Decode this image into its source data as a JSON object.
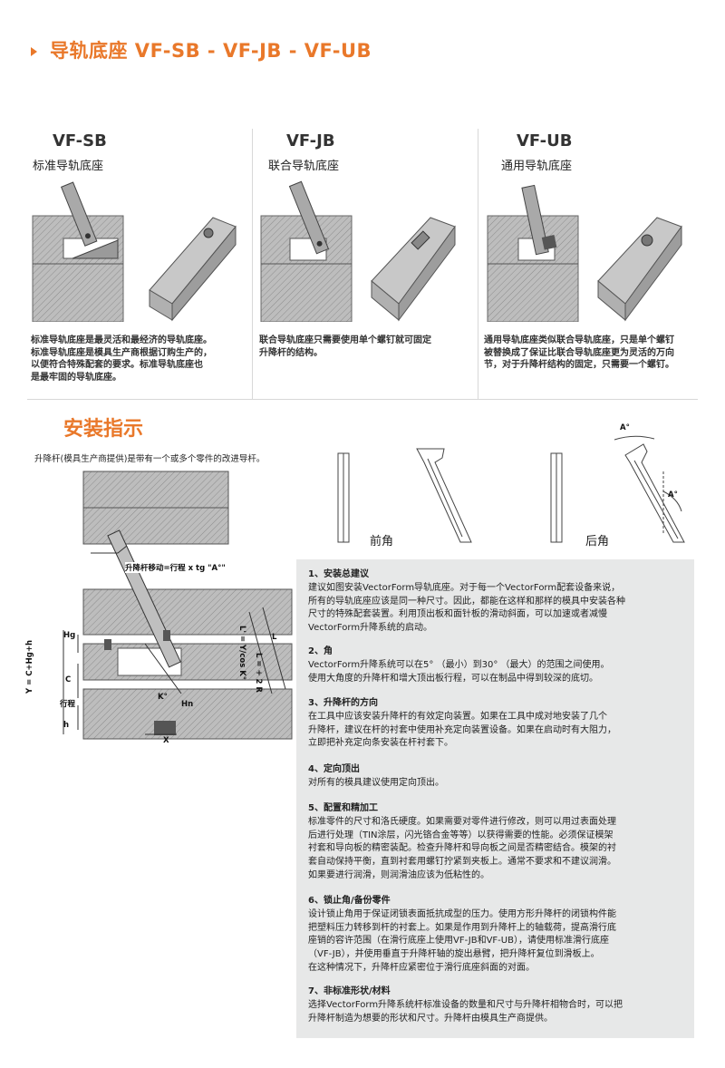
{
  "header": {
    "title": "导轨底座 VF-SB - VF-JB - VF-UB"
  },
  "columns": [
    {
      "code": "VF-SB",
      "name": "标准导轨底座",
      "desc": [
        "标准导轨底座是最灵活和最经济的导轨底座。",
        "标准导轨底座是模具生产商根据订购生产的，",
        "以便符合特殊配套的要求。标准导轨底座也",
        "是最牢固的导轨底座。"
      ]
    },
    {
      "code": "VF-JB",
      "name": "联合导轨底座",
      "desc": [
        "联合导轨底座只需要使用单个螺钉就可固定",
        "升降杆的结构。"
      ]
    },
    {
      "code": "VF-UB",
      "name": "通用导轨底座",
      "desc": [
        "通用导轨底座类似联合导轨底座，只是单个螺钉",
        "被替换成了保证比联合导轨底座更为灵活的万向",
        "节，对于升降杆结构的固定，只需要一个螺钉。"
      ]
    }
  ],
  "install": {
    "title": "安装指示",
    "note": "升降杆(模具生产商提供)是带有一个或多个零件的改进导杆。",
    "move_label": "升降杆移动=行程  x tg \"A°\"",
    "front_angle": "前角",
    "rear_angle": "后角",
    "angle_symbol": "A°",
    "dims": {
      "hg": "Hg",
      "c": "C",
      "stroke": "行程",
      "h": "h",
      "y": "Y = C+Hg+h",
      "x": "X",
      "l": "L",
      "lformula": "L' = Y/cos K°",
      "lr": "L = + 2 R",
      "k": "K°",
      "hn": "Hn"
    }
  },
  "instructions": [
    {
      "heading": "1、安装总建议",
      "lines": [
        "建议如图安装VectorForm导轨底座。对于每一个VectorForm配套设备来说，",
        "所有的导轨底座应该是同一种尺寸。因此，都能在这样和那样的模具中安装各种",
        "尺寸的特殊配套装置。利用顶出板和面针板的滑动斜面，可以加速或者减慢",
        "VectorForm升降系统的启动。"
      ]
    },
    {
      "heading": "2、角",
      "lines": [
        "VectorForm升降系统可以在5°  （最小）到30°  （最大）的范围之间使用。",
        "使用大角度的升降杆和增大顶出板行程，可以在制品中得到较深的底切。"
      ]
    },
    {
      "heading": "3、升降杆的方向",
      "lines": [
        "在工具中应该安装升降杆的有效定向装置。如果在工具中成对地安装了几个",
        "升降杆，建议在杆的衬套中使用补充定向装置设备。如果在启动时有大阻力，",
        "立即把补充定向条安装在杆衬套下。"
      ]
    },
    {
      "heading": "4、定向顶出",
      "lines": [
        "对所有的模具建议使用定向顶出。"
      ]
    },
    {
      "heading": "5、配置和精加工",
      "lines": [
        "标准零件的尺寸和洛氏硬度。如果需要对零件进行修改，则可以用过表面处理",
        "后进行处理（TIN涂层，闪光铬合金等等）以获得需要的性能。必须保证模架",
        "衬套和导向板的精密装配。检查升降杆和导向板之间是否精密结合。模架的衬",
        "套自动保持平衡，直到衬套用螺钉拧紧到夹板上。通常不要求和不建议润滑。",
        "如果要进行润滑，则润滑油应该为低粘性的。"
      ]
    },
    {
      "heading": "6、锁止角/备份零件",
      "lines": [
        "设计锁止角用于保证闭锁表面抵抗成型的压力。使用方形升降杆的闭锁构件能",
        "把塑料压力转移到杆的衬套上。如果是作用到升降杆上的轴载荷，提高滑行底",
        "座销的容许范围（在滑行底座上使用VF-JB和VF-UB），请使用标准滑行底座",
        "（VF-JB），并使用垂直于升降杆轴的旋出悬臂，把升降杆复位到滑板上。",
        "在这种情况下，升降杆应紧密位于滑行底座斜面的对面。"
      ]
    },
    {
      "heading": "7、非标准形状/材料",
      "lines": [
        "选择VectorForm升降系统杆标准设备的数量和尺寸与升降杆相物合时，可以把",
        "升降杆制造为想要的形状和尺寸。升降杆由模具生产商提供。"
      ]
    }
  ],
  "colors": {
    "accent": "#e9782a",
    "panel": "#e7e8e8",
    "steel": "#b8b8b8"
  }
}
